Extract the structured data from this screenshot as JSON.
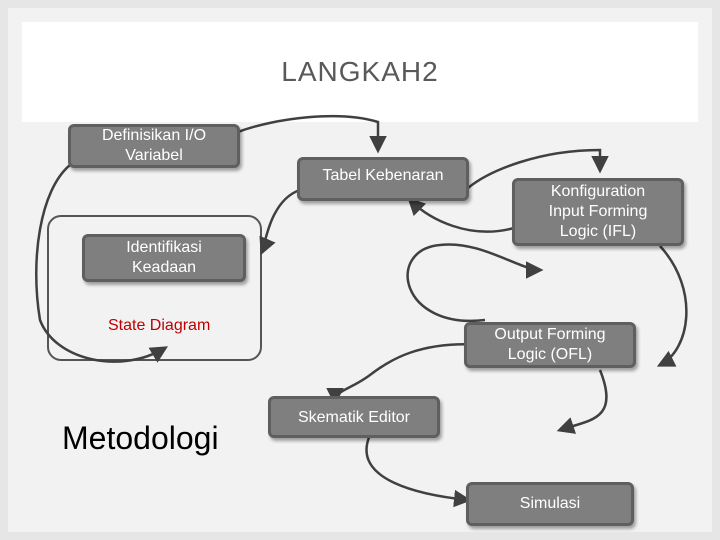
{
  "slide": {
    "title": "LANGKAH2"
  },
  "nodes": {
    "definisikan": "Definisikan I/O\nVariabel",
    "tabel": "Tabel Kebenaran",
    "konfiguration": "Konfiguration\nInput Forming\nLogic (IFL)",
    "identifikasi": "Identifikasi\nKeadaan",
    "output": "Output Forming\nLogic (OFL)",
    "skematik": "Skematik Editor",
    "simulasi": "Simulasi"
  },
  "labels": {
    "state_diagram": "State Diagram",
    "metodologi": "Metodologi"
  },
  "colors": {
    "box_fill": "#7f7f7f",
    "box_border": "#5f5f5f",
    "state_text": "#c00000",
    "title_text": "#595959"
  }
}
